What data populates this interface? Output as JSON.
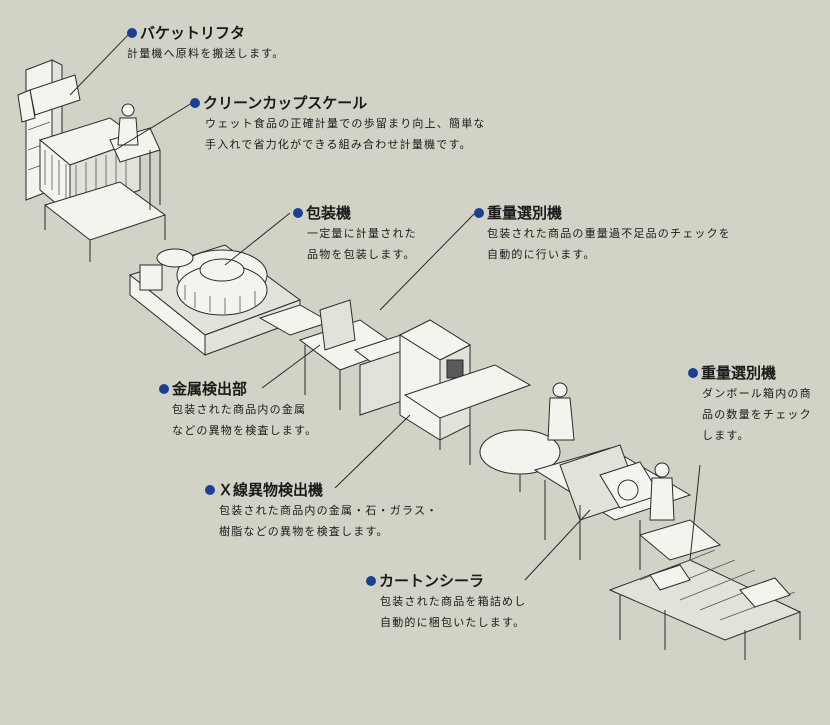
{
  "background_color": "#d2d2c6",
  "accent_color": "#1c3f93",
  "callouts": {
    "bucket_lifter": {
      "title": "バケットリフタ",
      "lines": [
        "計量機へ原料を搬送します。"
      ]
    },
    "clean_cup_scale": {
      "title": "クリーンカップスケール",
      "lines": [
        "ウェット食品の正確計量での歩留まり向上、簡単な",
        "手入れで省力化ができる組み合わせ計量機です。"
      ]
    },
    "packaging_machine": {
      "title": "包装機",
      "lines": [
        "一定量に計量された",
        "品物を包装します。"
      ]
    },
    "weight_checker_1": {
      "title": "重量選別機",
      "lines": [
        "包装された商品の重量過不足品のチェックを",
        "自動的に行います。"
      ]
    },
    "metal_detector": {
      "title": "金属検出部",
      "lines": [
        "包装された商品内の金属",
        "などの異物を検査します。"
      ]
    },
    "xray_inspector": {
      "title": "Ｘ線異物検出機",
      "lines": [
        "包装された商品内の金属・石・ガラス・",
        "樹脂などの異物を検査します。"
      ]
    },
    "weight_checker_2": {
      "title": "重量選別機",
      "lines": [
        "ダンボール箱内の商",
        "品の数量をチェック",
        "します。"
      ]
    },
    "carton_sealer": {
      "title": "カートンシーラ",
      "lines": [
        "包装された商品を箱詰めし",
        "自動的に梱包いたします。"
      ]
    }
  }
}
